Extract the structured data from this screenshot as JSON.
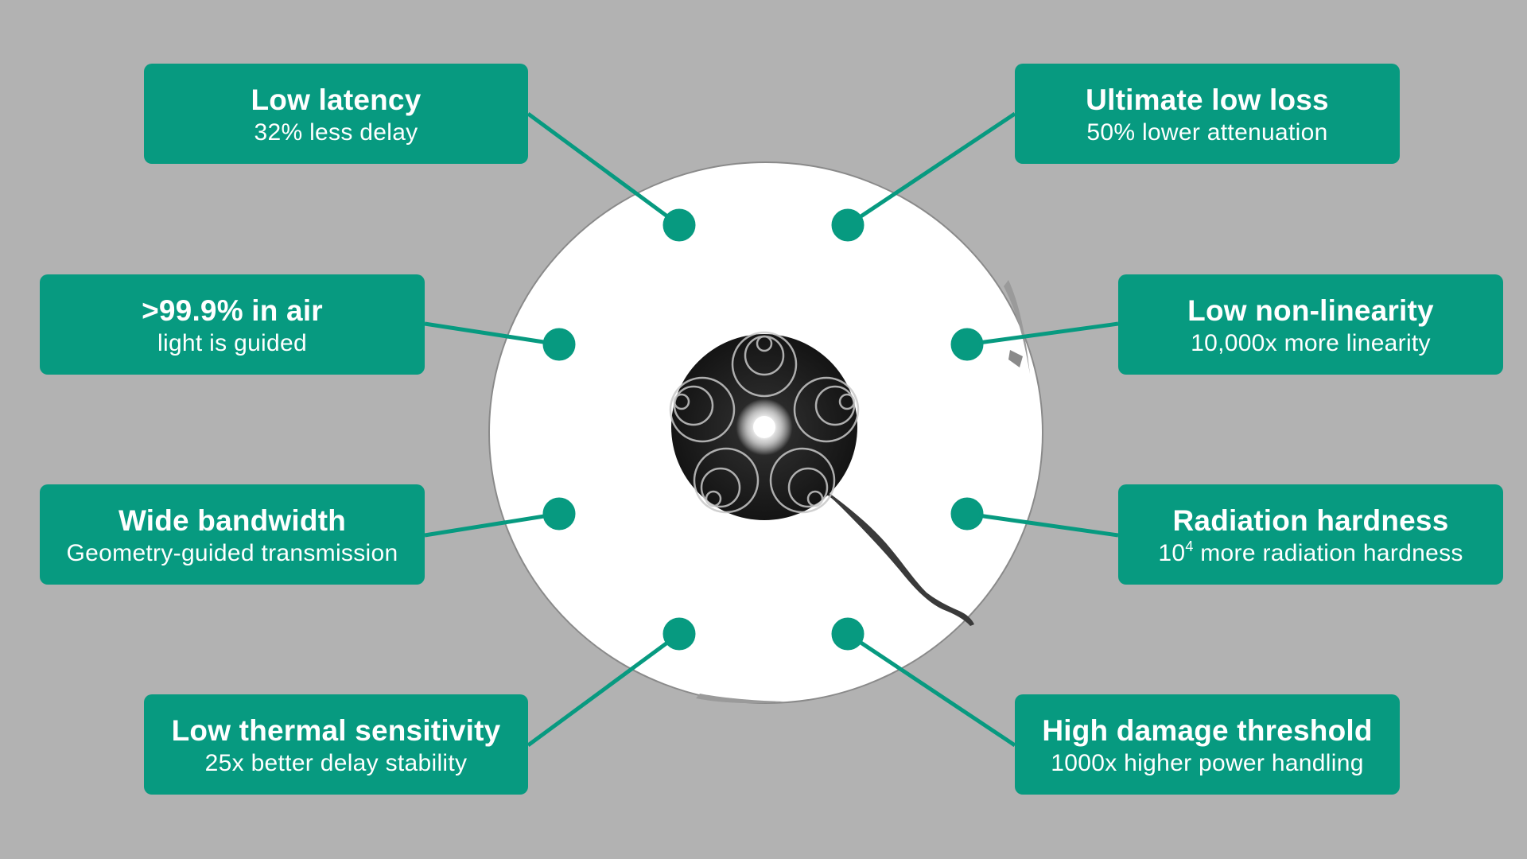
{
  "colors": {
    "background": "#b2b2b2",
    "accent": "#079a80",
    "card_text": "#ffffff"
  },
  "features": [
    {
      "id": "low-latency",
      "title": "Low latency",
      "subtitle": "32% less delay"
    },
    {
      "id": "ultimate-low-loss",
      "title": "Ultimate low loss",
      "subtitle": "50% lower attenuation"
    },
    {
      "id": "in-air",
      "title": ">99.9% in air",
      "subtitle": "light is guided"
    },
    {
      "id": "low-non-linearity",
      "title": "Low non-linearity",
      "subtitle": "10,000x more linearity"
    },
    {
      "id": "wide-bandwidth",
      "title": "Wide bandwidth",
      "subtitle": "Geometry-guided transmission"
    },
    {
      "id": "radiation-hardness",
      "title": "Radiation hardness",
      "subtitle_base": "10",
      "subtitle_exp": "4",
      "subtitle_rest": " more radiation hardness"
    },
    {
      "id": "low-thermal-sensitivity",
      "title": "Low thermal sensitivity",
      "subtitle": "25x better delay stability"
    },
    {
      "id": "high-damage-threshold",
      "title": "High damage threshold",
      "subtitle": "1000x higher power handling"
    }
  ],
  "center_image": "hollow-core-fiber-cross-section"
}
